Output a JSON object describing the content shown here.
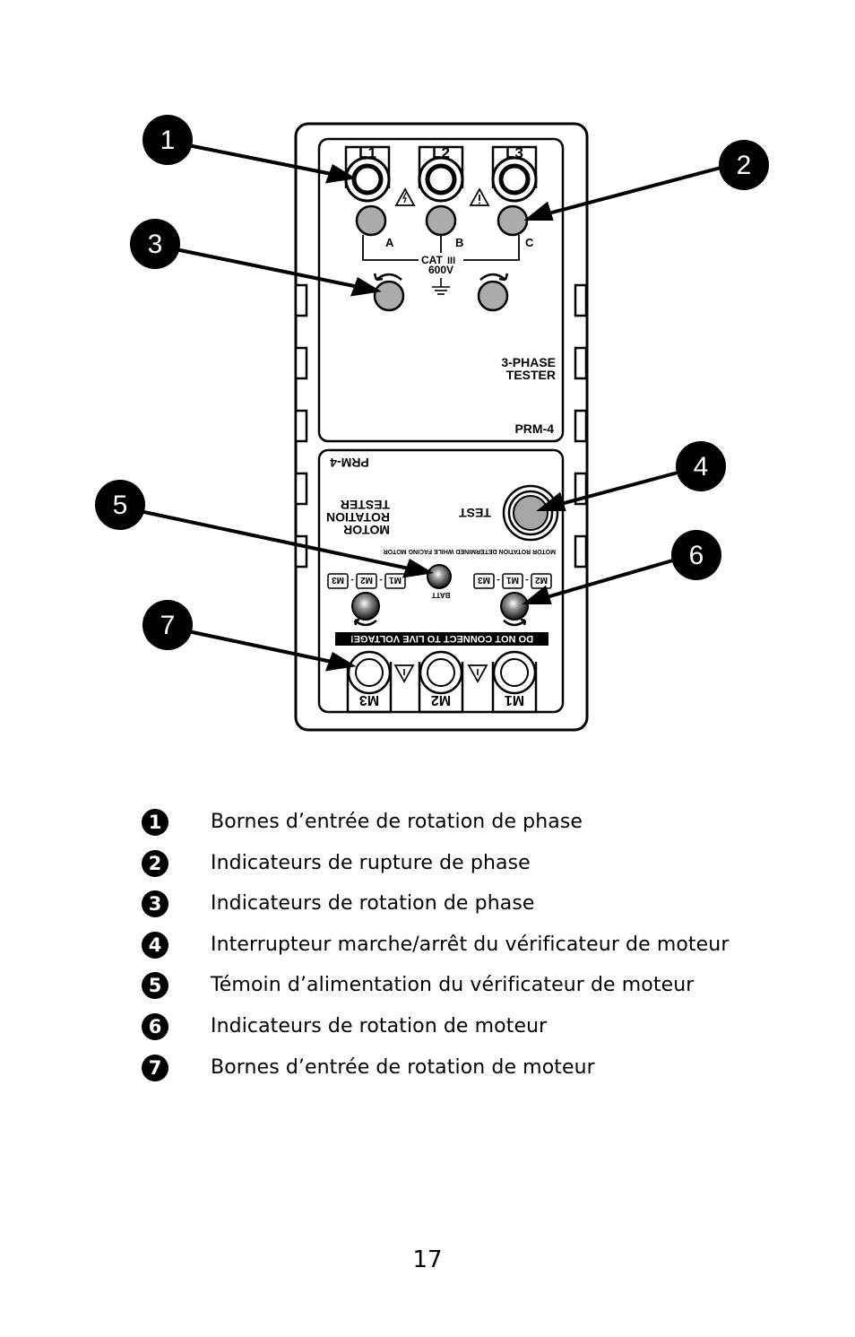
{
  "device": {
    "top_terminals": [
      "L1",
      "L2",
      "L3"
    ],
    "phase_letters": [
      "A",
      "B",
      "C"
    ],
    "category": "CAT",
    "category_roman": "III",
    "voltage": "600V",
    "tester_line1": "3-PHASE",
    "tester_line2": "TESTER",
    "model": "PRM-4",
    "model_inverted": "PRM-4",
    "motor_label_line1": "MOTOR",
    "motor_label_line2": "ROTATION",
    "motor_label_line3": "TESTER",
    "test_label": "TEST",
    "motor_note": "MOTOR ROTATION DETERMINED WHILE FACING MOTOR",
    "batt_label": "BATT",
    "sequence_left": [
      "M1",
      "M2",
      "M3"
    ],
    "sequence_right": [
      "M2",
      "M1",
      "M3"
    ],
    "warning": "DO NOT CONNECT TO LIVE VOLTAGE!",
    "bottom_terminals": [
      "M3",
      "M2",
      "M1"
    ]
  },
  "callouts": [
    "1",
    "2",
    "3",
    "4",
    "5",
    "6",
    "7"
  ],
  "legend": [
    {
      "num": "1",
      "text": "Bornes d’entrée de rotation de phase"
    },
    {
      "num": "2",
      "text": "Indicateurs de rupture de phase"
    },
    {
      "num": "3",
      "text": "Indicateurs de rotation de phase"
    },
    {
      "num": "4",
      "text": "Interrupteur marche/arrêt du vérificateur de moteur"
    },
    {
      "num": "5",
      "text": "Témoin d’alimentation du vérificateur de moteur"
    },
    {
      "num": "6",
      "text": "Indicateurs de rotation de moteur"
    },
    {
      "num": "7",
      "text": "Bornes d’entrée de rotation de moteur"
    }
  ],
  "page_number": "17"
}
